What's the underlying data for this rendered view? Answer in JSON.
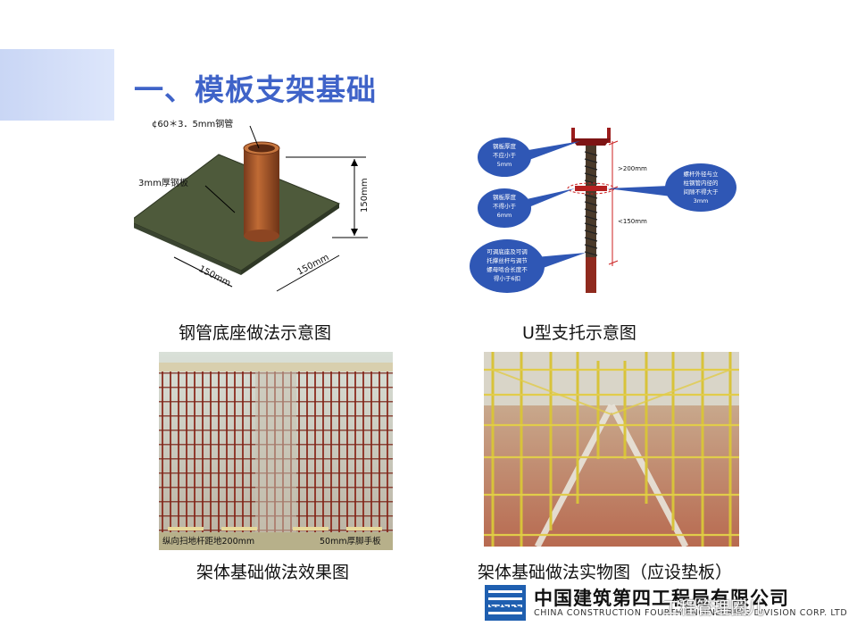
{
  "slide": {
    "title": "一、模板支架基础"
  },
  "fig1": {
    "caption": "钢管底座做法示意图",
    "pipe_label": "¢60＊3．5mm钢管",
    "plate_label": "3mm厚钢板",
    "height_label": "150mm",
    "width_label_left": "150mm",
    "width_label_right": "150mm"
  },
  "fig2": {
    "caption": "U型支托示意图",
    "bubble1": [
      "钢板厚度",
      "不应小于",
      "5mm"
    ],
    "bubble2": [
      "钢板厚度",
      "不得小于",
      "6mm"
    ],
    "bubble3": [
      "可调底座及可调",
      "托撑丝杆与调节",
      "螺母啮合长度不",
      "得小于6扣"
    ],
    "bubble4": [
      "螺杆外径与立",
      "柱钢管内径的",
      "间隙不得大于",
      "3mm"
    ],
    "dim_top": ">200mm",
    "dim_bottom": "<150mm"
  },
  "fig3": {
    "caption": "架体基础做法效果图",
    "label_left": "纵向扫地杆距地200mm",
    "label_right": "50mm厚脚手板"
  },
  "fig4": {
    "caption": "架体基础做法实物图（应设垫板）"
  },
  "footer": {
    "company_cn": "中国建筑第四工程局有限公司",
    "company_en": "CHINA CONSTRUCTION FOURTH ENGINEERING DIVISION CORP. LTD",
    "logo_text": "CSCEC",
    "watermark": "工程管理圈儿"
  },
  "colors": {
    "title": "#3f63c8",
    "bubble": "#2f57b5",
    "pipe": "#a6522a",
    "plate": "#4e5a3b",
    "logo": "#1f5fb0"
  }
}
